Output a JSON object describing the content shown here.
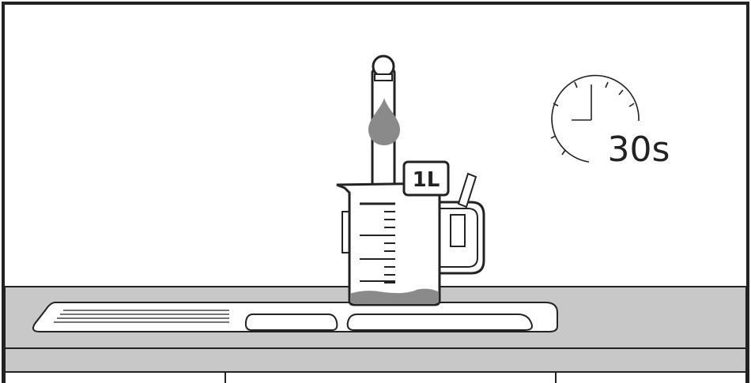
{
  "jug": {
    "capacity_label": "1L",
    "fill_fraction": 0.12
  },
  "timer": {
    "label": "30s"
  },
  "colors": {
    "outline": "#222222",
    "counter": "#c8c8c8",
    "water": "#8a8a8a",
    "background": "#ffffff"
  },
  "icons": [
    "water-drop-icon",
    "clock-icon"
  ]
}
